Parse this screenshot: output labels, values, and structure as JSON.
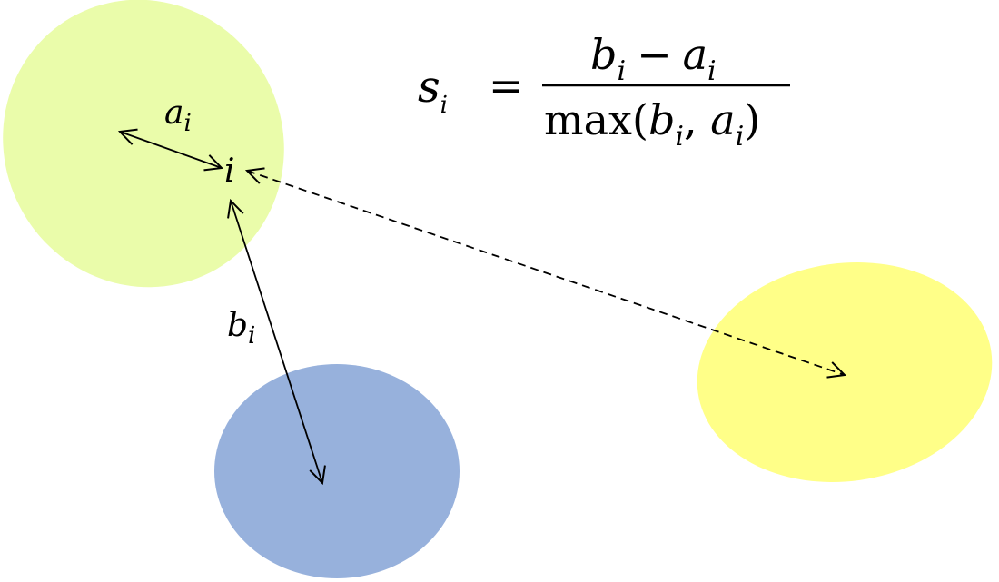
{
  "colors": {
    "cluster_own": "#eafcaa",
    "cluster_nearest": "#97b1dc",
    "cluster_other": "#ffff88",
    "stroke": "#000000"
  },
  "point_label": "i",
  "intra_distance": {
    "symbol": "a",
    "subscript": "i"
  },
  "nearest_distance": {
    "symbol": "b",
    "subscript": "i"
  },
  "formula": {
    "lhs_symbol": "s",
    "lhs_subscript": "i",
    "equals": "=",
    "num_b": "b",
    "num_b_sub": "i",
    "minus": "−",
    "num_a": "a",
    "num_a_sub": "i",
    "den_func": "max(",
    "den_b": "b",
    "den_b_sub": "i",
    "den_comma": ", ",
    "den_a": "a",
    "den_a_sub": "i",
    "den_close": ")"
  }
}
